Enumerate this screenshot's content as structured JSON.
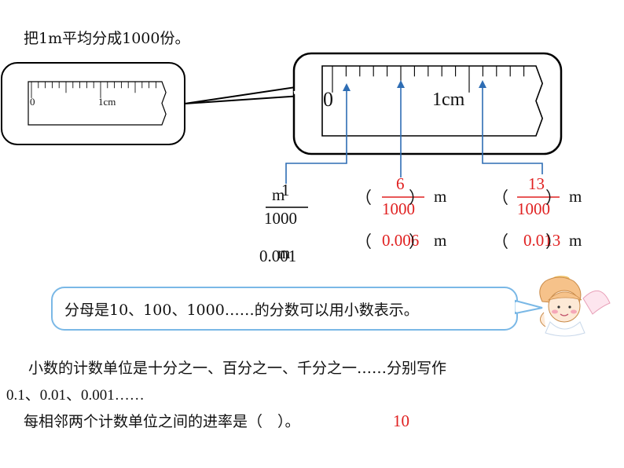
{
  "intro": "把1m平均分成1000份。",
  "small_ruler": {
    "zero": "0",
    "unit": "1cm"
  },
  "big_ruler": {
    "zero": "0",
    "unit": "1cm"
  },
  "answers": {
    "first": {
      "numerator": "1",
      "denominator": "1000",
      "unit_m": "m",
      "decimal": "0.001",
      "decimal_unit": "m"
    },
    "second": {
      "open": "（",
      "numerator": "6",
      "denominator": "1000",
      "close": "）",
      "unit": "m",
      "decimal_open": "（",
      "decimal": "0.006",
      "decimal_close": "）",
      "decimal_unit": "m"
    },
    "third": {
      "open": "（",
      "numerator": "13",
      "denominator": "1000",
      "close": "）",
      "unit": "m",
      "decimal_open": "（",
      "decimal": "0.013",
      "decimal_close": "）",
      "decimal_unit": "m"
    }
  },
  "tip": "分母是10、100、1000……的分数可以用小数表示。",
  "summary_line1": "小数的计数单位是十分之一、百分之一、千分之一……分别写作",
  "summary_line2": "0.1、0.01、0.001……",
  "rate_question": "每相邻两个计数单位之间的进率是（　）。",
  "rate_answer": "10",
  "colors": {
    "answer_red": "#e02020",
    "arrow_blue": "#2e6db4",
    "tip_border": "#7ab8e6"
  }
}
